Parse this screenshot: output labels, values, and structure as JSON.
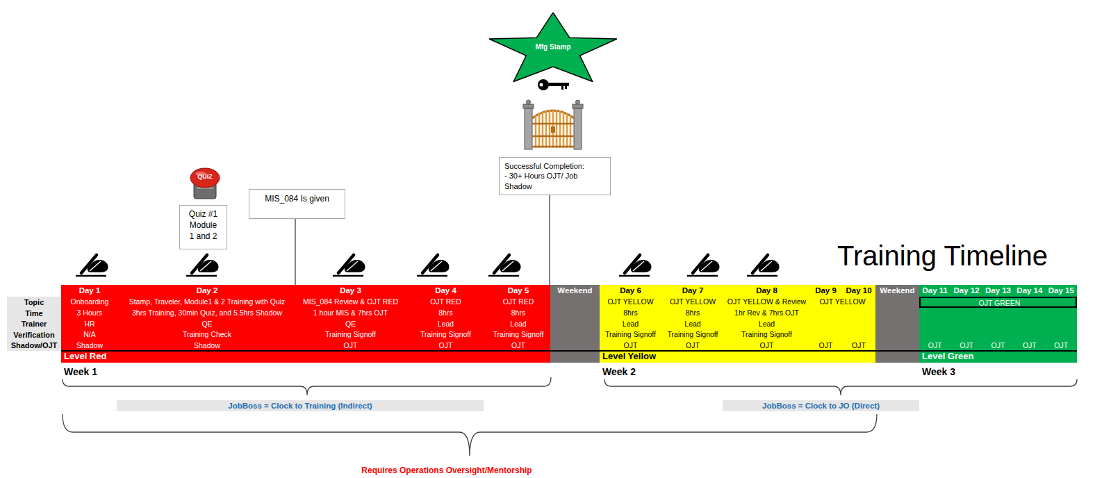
{
  "diagram": {
    "title": "Training Timeline",
    "nodes": [
      {
        "text": [
          "Mfg Stamp"
        ]
      },
      {
        "text": [
          "Quiz #1 Module 1 and 2"
        ]
      },
      {
        "text": [
          "MIS_084 Is given"
        ]
      },
      {
        "text": [
          "Successful Completion: - 30+ Hours OJT/ Job Shadow"
        ]
      },
      {
        "text": [
          "Topic",
          "Time",
          "Trainer",
          "Verification",
          "Shadow/OJT"
        ]
      },
      {
        "text": [
          "Level Red"
        ]
      },
      {
        "text": [
          "Day 1",
          "Onboarding",
          "3 Hours",
          "HR",
          "N/A",
          "Shadow"
        ],
        "in": 5
      },
      {
        "text": [
          "Day 2",
          "Stamp, Traveler, Module1 & 2 Training with Quiz",
          "3hrs Training, 30min Quiz, and 5.5hrs Shadow",
          "QE",
          "Training Check",
          "Shadow"
        ],
        "in": 5
      },
      {
        "text": [
          "Day 3",
          "MIS_084 Review & OJT RED",
          "1 hour MIS & 7hrs OJT",
          "QE",
          "Training Signoff",
          "OJT"
        ],
        "in": 5
      },
      {
        "text": [
          "Day 4",
          "OJT RED",
          "8hrs",
          "Lead",
          "Training Signoff",
          "OJT"
        ],
        "in": 5
      },
      {
        "text": [
          "Day 5",
          "OJT RED",
          "8hrs",
          "Lead",
          "Training Signoff",
          "OJT"
        ],
        "in": 5
      },
      {
        "text": [
          "Weekend"
        ]
      },
      {
        "text": [
          "Level Yellow"
        ]
      },
      {
        "text": [
          "Day 6",
          "OJT YELLOW",
          "8hrs",
          "Lead",
          "Training Signoff",
          "OJT"
        ],
        "in": 12
      },
      {
        "text": [
          "Day 7",
          "OJT YELLOW",
          "8hrs",
          "Lead",
          "Training Signoff",
          "OJT"
        ],
        "in": 12
      },
      {
        "text": [
          "Day 8",
          "OJT YELLOW & Review",
          "1hr Rev & 7hrs OJT",
          "Lead",
          "Training Signoff",
          "OJT"
        ],
        "in": 12
      },
      {
        "text": [
          "Day 9",
          "Day 10",
          "OJT YELLOW",
          "OJT",
          "OJT"
        ],
        "in": 12
      },
      {
        "text": [
          "Weekend"
        ]
      },
      {
        "text": [
          "Level Green"
        ]
      },
      {
        "text": [
          "OJT GREEN"
        ],
        "in": 18
      },
      {
        "text": [
          "Day 11",
          "OJT"
        ],
        "in": 18
      },
      {
        "text": [
          "Day 12",
          "OJT"
        ],
        "in": 18
      },
      {
        "text": [
          "Day 13",
          "OJT"
        ],
        "in": 18
      },
      {
        "text": [
          "Day 14",
          "OJT"
        ],
        "in": 18
      },
      {
        "text": [
          "Day 15",
          "OJT"
        ],
        "in": 18
      },
      {
        "text": [
          "JobBoss = Clock to Training (Indirect)"
        ]
      },
      {
        "text": [
          "JobBoss = Clock to JO (Direct)"
        ]
      }
    ],
    "edges": [
      {
        "from": 2,
        "to": 5,
        "arrow": "none"
      },
      {
        "from": 3,
        "to": 5,
        "arrow": "none"
      }
    ],
    "labels": [
      "QUIZ",
      "Week 1",
      "Week 2",
      "Week 3",
      "Requires Operations Oversight/Mentorship"
    ]
  }
}
